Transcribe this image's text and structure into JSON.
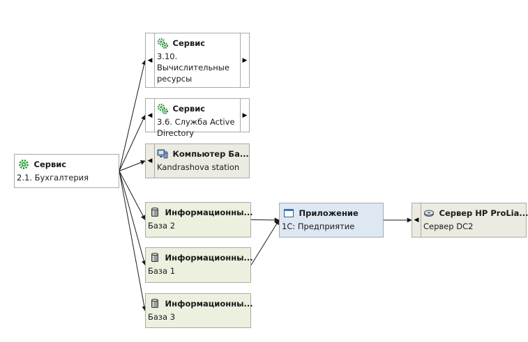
{
  "nodes": {
    "root": {
      "title": "Сервис",
      "text": "2.1. Бухгалтерия",
      "icon": "gear-icon"
    },
    "svc310": {
      "title": "Сервис",
      "text": "3.10. Вычислительные ресурсы",
      "icon": "gears-icon"
    },
    "svc36": {
      "title": "Сервис",
      "text": "3.6. Служба Active Directory",
      "icon": "gears-icon"
    },
    "computer": {
      "title": "Компьютер Ба...",
      "text": "Kandrashova station",
      "icon": "computer-icon"
    },
    "db2": {
      "title": "Информационны...",
      "text": "База 2",
      "icon": "database-icon"
    },
    "db1": {
      "title": "Информационны...",
      "text": "База 1",
      "icon": "database-icon"
    },
    "db3": {
      "title": "Информационны...",
      "text": "База 3",
      "icon": "database-icon"
    },
    "app": {
      "title": "Приложение",
      "text": "1С: Предприятие",
      "icon": "window-icon"
    },
    "server": {
      "title": "Сервер HP ProLia...",
      "text": "Сервер DC2",
      "icon": "server-icon"
    }
  },
  "edges": [
    {
      "from": "root",
      "to": "svc310"
    },
    {
      "from": "root",
      "to": "svc36"
    },
    {
      "from": "root",
      "to": "computer"
    },
    {
      "from": "root",
      "to": "db2"
    },
    {
      "from": "root",
      "to": "db1"
    },
    {
      "from": "root",
      "to": "db3"
    },
    {
      "from": "db2",
      "to": "app"
    },
    {
      "from": "db1",
      "to": "app"
    },
    {
      "from": "app",
      "to": "server"
    }
  ],
  "controls": {
    "collapse_left": "◀",
    "expand_right": "▶"
  },
  "colors": {
    "edge": "#1a1a1a",
    "gear_green": "#2e9e3e",
    "beige": "#ecebe2",
    "green": "#ebf0df",
    "blue": "#dde8f3"
  }
}
